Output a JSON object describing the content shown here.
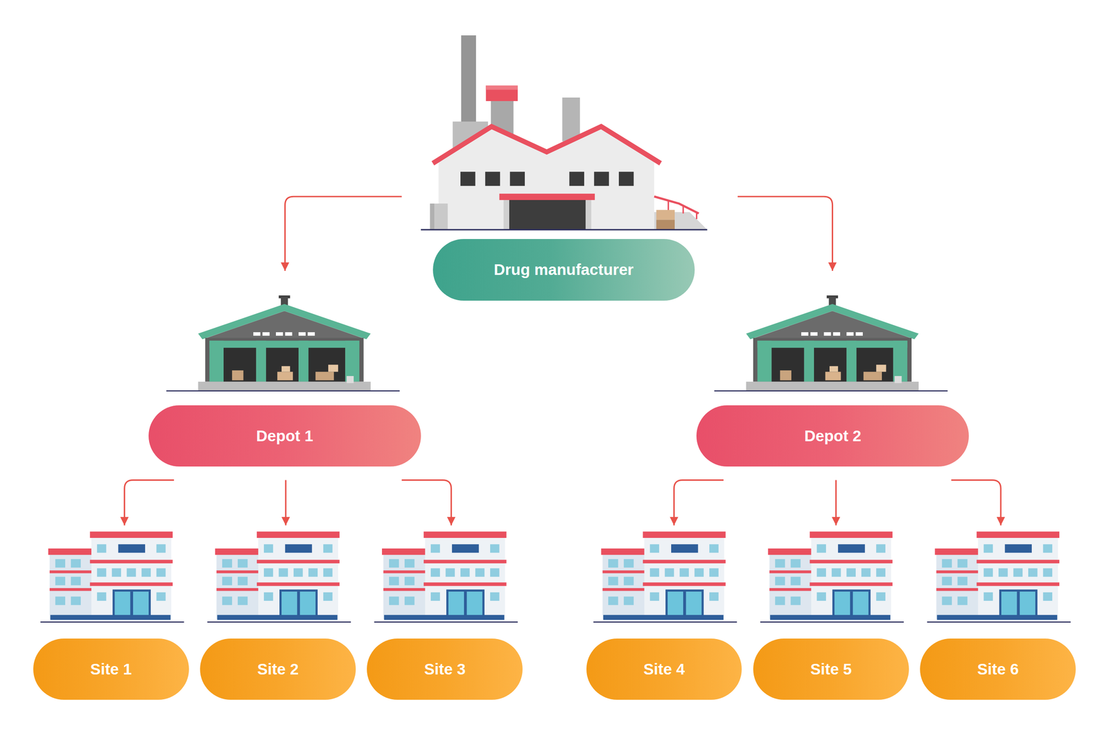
{
  "diagram": {
    "nodes": [
      {
        "text": [
          "Drug manufacturer"
        ]
      },
      {
        "text": [
          "Depot 1"
        ]
      },
      {
        "text": [
          "Depot 2"
        ]
      },
      {
        "text": [
          "Site 1"
        ]
      },
      {
        "text": [
          "Site 2"
        ]
      },
      {
        "text": [
          "Site 3"
        ]
      },
      {
        "text": [
          "Site 4"
        ]
      },
      {
        "text": [
          "Site 5"
        ]
      },
      {
        "text": [
          "Site 6"
        ]
      }
    ],
    "edges": [
      {
        "from": 0,
        "to": 1,
        "arrow": "to"
      },
      {
        "from": 0,
        "to": 2,
        "arrow": "to"
      },
      {
        "from": 1,
        "to": 3,
        "arrow": "to"
      },
      {
        "from": 1,
        "to": 4,
        "arrow": "to"
      },
      {
        "from": 1,
        "to": 5,
        "arrow": "to"
      },
      {
        "from": 2,
        "to": 6,
        "arrow": "to"
      },
      {
        "from": 2,
        "to": 7,
        "arrow": "to"
      },
      {
        "from": 2,
        "to": 8,
        "arrow": "to"
      }
    ]
  }
}
